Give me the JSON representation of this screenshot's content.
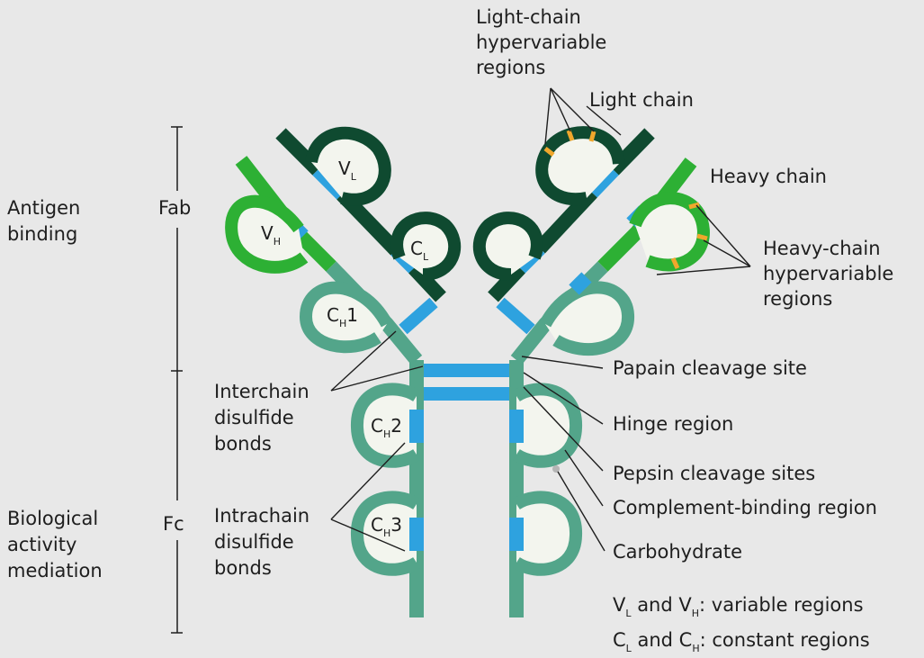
{
  "colors": {
    "background": "#e8e8e8",
    "heavy_chain_constant": "#53a58a",
    "heavy_chain_variable": "#2db034",
    "light_chain": "#0f4a30",
    "disulfide_link": "#2ea2df",
    "hypervariable_mark": "#f0a72c",
    "domain_fill": "#f3f5ee"
  },
  "domains": {
    "antigen": [
      "Antigen",
      "binding"
    ],
    "bio": [
      "Biological",
      "activity",
      "mediation"
    ]
  },
  "regions": {
    "fab": "Fab",
    "fc": "Fc"
  },
  "labels": {
    "light_hyper": [
      "Light-chain",
      "hypervariable",
      "regions"
    ],
    "light_chain": "Light chain",
    "heavy_chain": "Heavy chain",
    "heavy_hyper": [
      "Heavy-chain",
      "hypervariable",
      "regions"
    ],
    "papain": "Papain cleavage site",
    "hinge": "Hinge region",
    "pepsin": "Pepsin cleavage sites",
    "complement": "Complement-binding region",
    "carbo": "Carbohydrate",
    "interchain": [
      "Interchain",
      "disulfide",
      "bonds"
    ],
    "intrachain": [
      "Intrachain",
      "disulfide",
      "bonds"
    ]
  },
  "domain_labels": {
    "vl": {
      "main": "V",
      "sub": "L"
    },
    "cl": {
      "main": "C",
      "sub": "L"
    },
    "vh": {
      "main": "V",
      "sub": "H"
    },
    "ch1": {
      "main": "C",
      "sub": "H",
      "suffix": "1"
    },
    "ch2": {
      "main": "C",
      "sub": "H",
      "suffix": "2"
    },
    "ch3": {
      "main": "C",
      "sub": "H",
      "suffix": "3"
    }
  },
  "legend": {
    "variable": {
      "a": "V",
      "a_sub": "L",
      "and": " and ",
      "b": "V",
      "b_sub": "H",
      "rest": ": variable regions"
    },
    "constant": {
      "a": "C",
      "a_sub": "L",
      "and": " and ",
      "b": "C",
      "b_sub": "H",
      "rest": ": constant regions"
    }
  }
}
